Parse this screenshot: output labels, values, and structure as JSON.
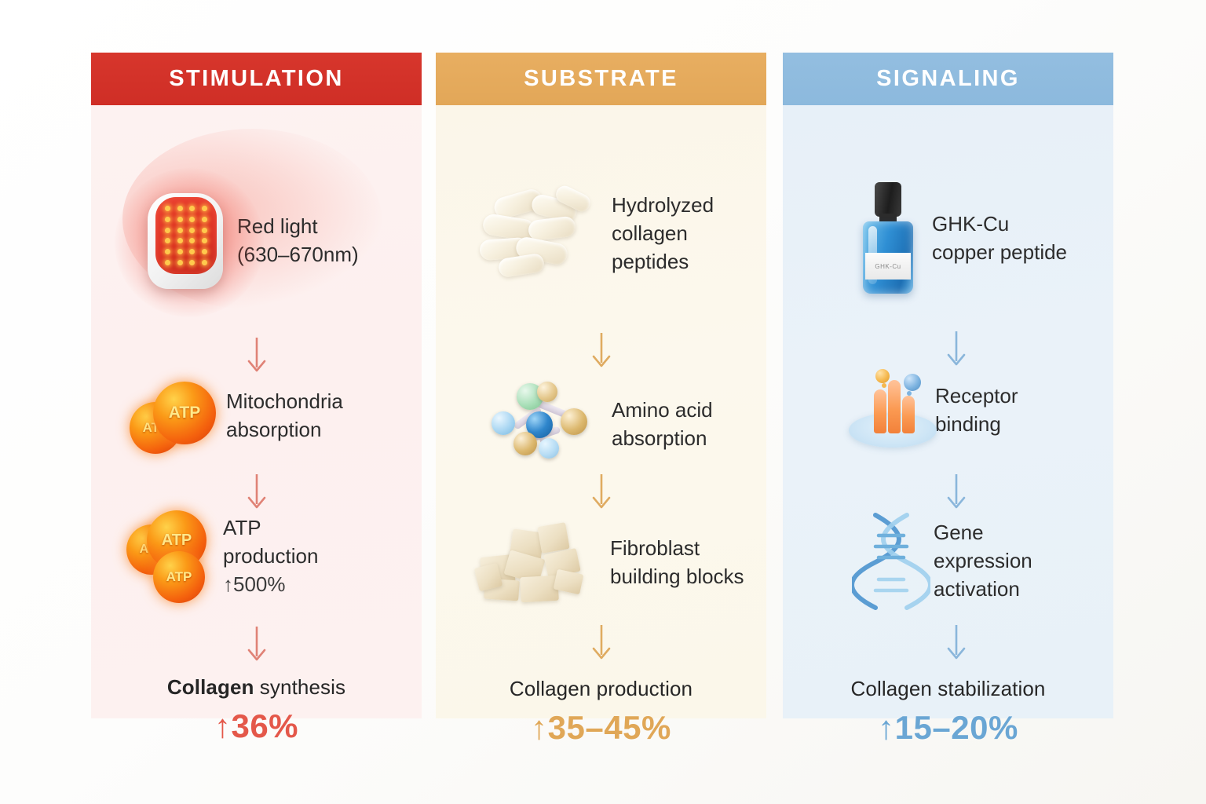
{
  "infographic": {
    "title_hidden": "",
    "columns": [
      {
        "id": "stimulation",
        "header": "STIMULATION",
        "accent": "#cf2e26",
        "panel_bg": "#fdf1f0",
        "steps": [
          {
            "label": "Red light\n(630–670nm)",
            "line1": "Red light",
            "line2": "(630–670nm)",
            "icon": "red-light-led-panel-icon"
          },
          {
            "line1": "Mitochondria",
            "line2": "absorption",
            "icon": "atp-molecules-icon"
          },
          {
            "line1": "ATP",
            "line2": "production",
            "line3": "↑500%",
            "icon": "atp-molecules-cluster-icon"
          }
        ],
        "outcome": {
          "label_bold": "Collagen",
          "label_rest": " synthesis",
          "value": "↑36%"
        }
      },
      {
        "id": "substrate",
        "header": "SUBSTRATE",
        "accent": "#e2a758",
        "panel_bg": "#fbf7ea",
        "steps": [
          {
            "line1": "Hydrolyzed",
            "line2": "collagen",
            "line3": "peptides",
            "icon": "capsules-icon"
          },
          {
            "line1": "Amino acid",
            "line2": "absorption",
            "icon": "amino-acid-molecule-icon"
          },
          {
            "line1": "Fibroblast",
            "line2": "building blocks",
            "icon": "building-blocks-icon"
          }
        ],
        "outcome": {
          "label_bold": "",
          "label_rest": "Collagen production",
          "value": "↑35–45%"
        }
      },
      {
        "id": "signaling",
        "header": "SIGNALING",
        "accent": "#8cb9dd",
        "panel_bg": "#e8f1f8",
        "steps": [
          {
            "line1": "GHK-Cu",
            "line2": "copper peptide",
            "icon": "serum-dropper-bottle-icon",
            "bottle_label": "GHK-Cu"
          },
          {
            "line1": "Receptor",
            "line2": "binding",
            "icon": "receptor-binding-icon"
          },
          {
            "line1": "Gene",
            "line2": "expression",
            "line3": "activation",
            "icon": "dna-helix-icon"
          }
        ],
        "outcome": {
          "label_bold": "",
          "label_rest": "Collagen stabilization",
          "value": "↑15–20%"
        }
      }
    ],
    "atp_badge_text": "ATP",
    "arrow_icon": "down-arrow-icon"
  }
}
